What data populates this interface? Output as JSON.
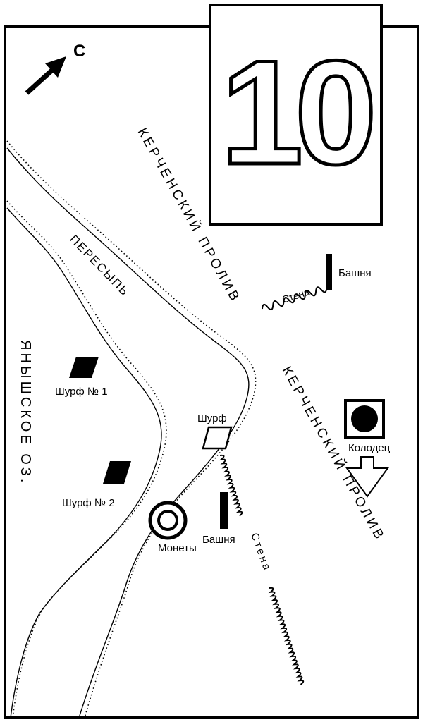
{
  "sheet_number": "10",
  "north_arrow": {
    "letter": "С",
    "icon": "north-arrow-icon"
  },
  "labels": {
    "strait_top": "КЕРЧЕНСКИЙ ПРОЛИВ",
    "strait_right": "КЕРЧЕНСКИЙ ПРОЛИВ",
    "isthmus": "ПЕРЕСЫПЬ",
    "lake": "ЯНЫШСКОЕ ОЗ.",
    "tower_top": "Башня",
    "wall_top": "Стена",
    "tower_bottom": "Башня",
    "wall_bottom": "Стена",
    "well": "Колодец",
    "pit_1": "Шурф № 1",
    "pit_2": "Шурф № 2",
    "pit": "Шурф",
    "coins": "Монеты"
  },
  "colors": {
    "ink": "#000000",
    "paper": "#ffffff"
  }
}
